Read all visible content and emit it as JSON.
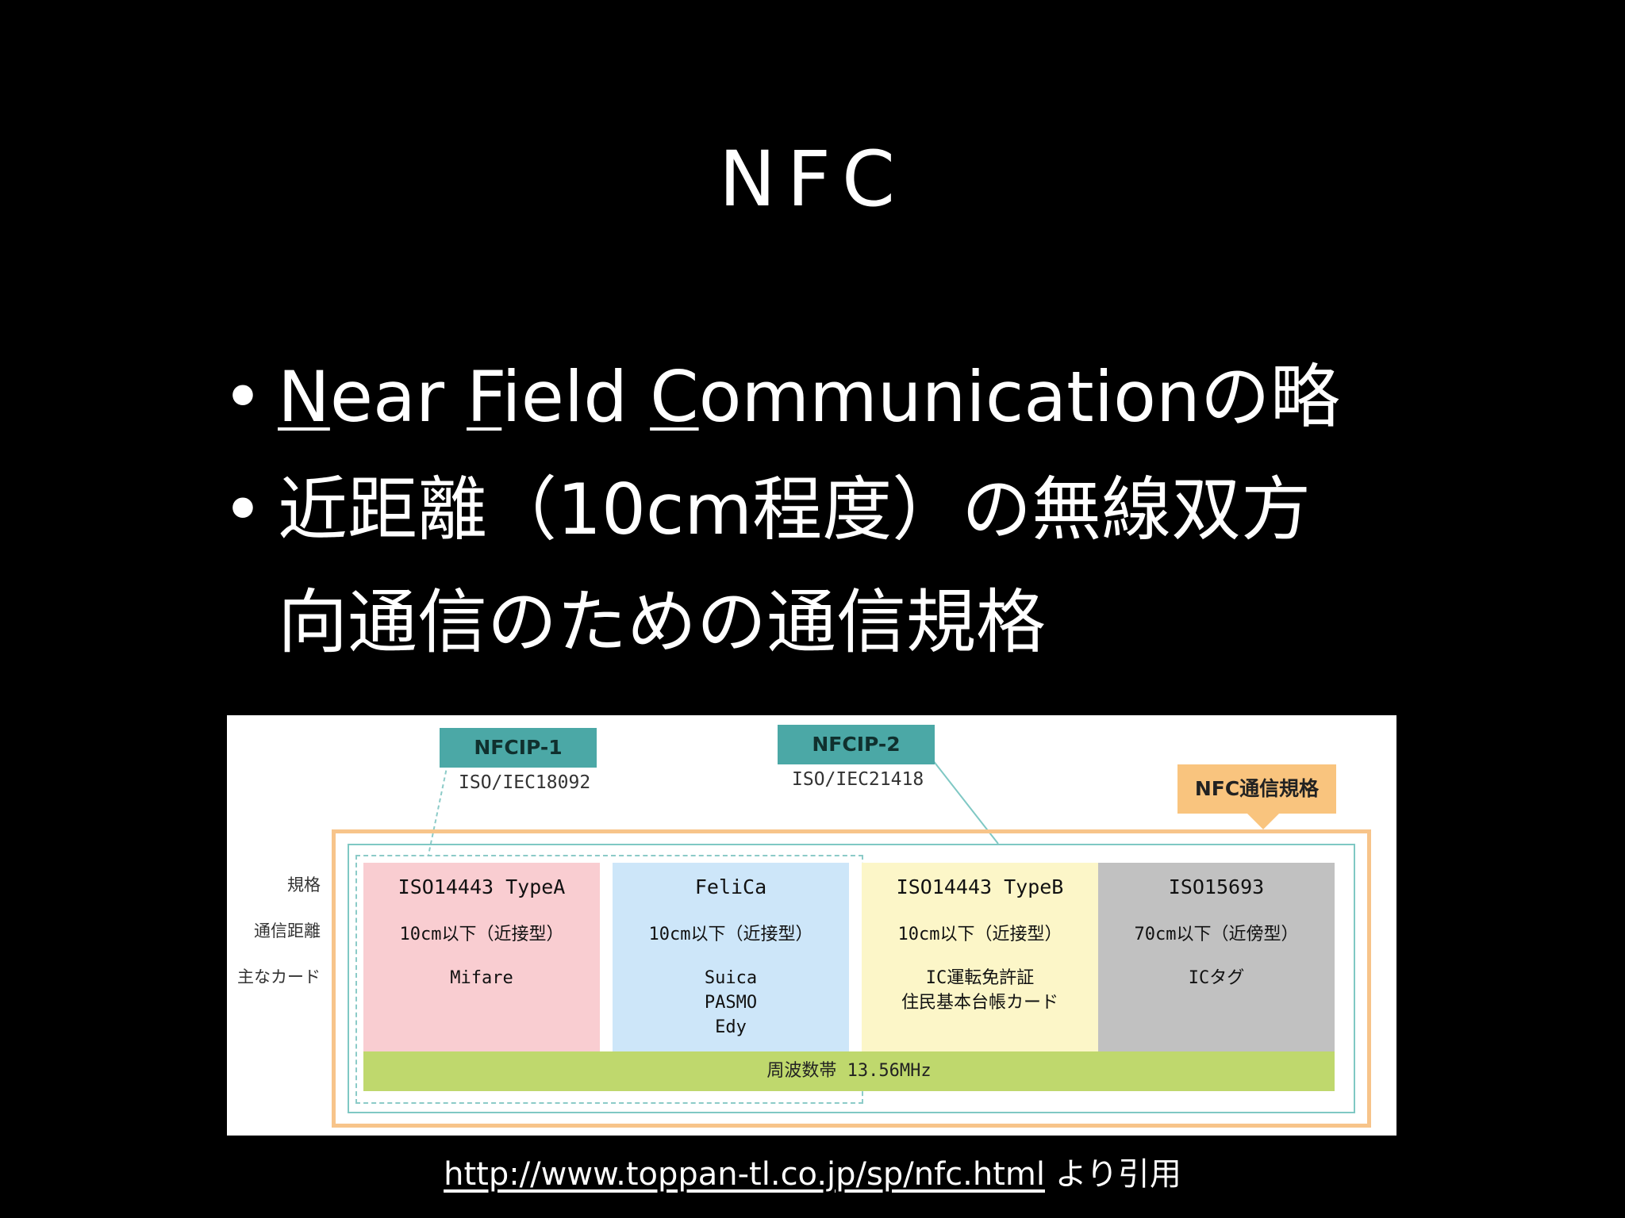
{
  "slide": {
    "title": "NFC",
    "bullet1": {
      "u1": "N",
      "p1": "ear ",
      "u2": "F",
      "p2": "ield ",
      "u3": "C",
      "p3": "ommunicationの略"
    },
    "bullet2_line1": "近距離（10cm程度）の無線双方",
    "bullet2_line2": "向通信のための通信規格",
    "source_url": "http://www.toppan-tl.co.jp/sp/nfc.html",
    "source_suffix": " より引用"
  },
  "diagram": {
    "nfcip1": {
      "label": "NFCIP-1",
      "iso": "ISO/IEC18092"
    },
    "nfcip2": {
      "label": "NFCIP-2",
      "iso": "ISO/IEC21418"
    },
    "nfc_standard": "NFC通信規格",
    "row_labels": {
      "standard": "規格",
      "distance": "通信距離",
      "cards": "主なカード"
    },
    "columns": [
      {
        "standard": "ISO14443 TypeA",
        "distance": "10cm以下（近接型）",
        "cards": [
          "Mifare"
        ]
      },
      {
        "standard": "FeliCa",
        "distance": "10cm以下（近接型）",
        "cards": [
          "Suica",
          "PASMO",
          "Edy"
        ]
      },
      {
        "standard": "ISO14443 TypeB",
        "distance": "10cm以下（近接型）",
        "cards": [
          "IC運転免許証",
          "住民基本台帳カード"
        ]
      },
      {
        "standard": "ISO15693",
        "distance": "70cm以下（近傍型）",
        "cards": [
          "ICタグ"
        ]
      }
    ],
    "frequency": "周波数帯 13.56MHz",
    "colors": {
      "typeA": "#f9cdd1",
      "felica": "#cde6f9",
      "typeB": "#fcf6c8",
      "iso15693": "#c1c1c1",
      "frequency": "#bfd86d",
      "nfcip_tag": "#4ba8a6",
      "nfc_standard": "#f9c47e"
    }
  }
}
